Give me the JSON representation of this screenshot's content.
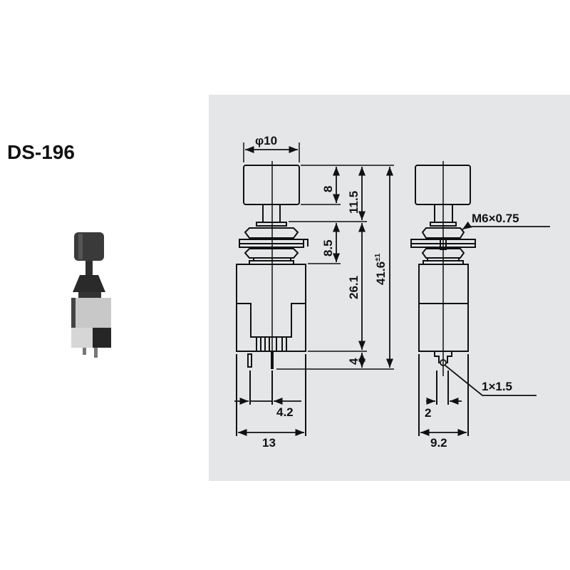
{
  "model": {
    "name": "DS-196"
  },
  "product_photo": {
    "description": "push button switch photo",
    "colors": {
      "cap": "#3a3a3a",
      "body": "#bdbdbd",
      "base": "#2a2a2a"
    }
  },
  "drawing": {
    "background": "#e5e6e8",
    "line_color": "#111111",
    "front_view": {
      "dimensions": {
        "cap_diameter": "φ10",
        "cap_height": "8",
        "cap_to_bushing": "11.5",
        "bushing_height": "8.5",
        "body_height": "26.1",
        "pin_length": "4",
        "total_height": "41.6",
        "total_height_tolerance": "±1",
        "pin_spacing": "4.2",
        "body_width": "13"
      }
    },
    "side_view": {
      "dimensions": {
        "thread": "M6×0.75",
        "terminal_hole": "1×1.5",
        "pin_offset": "2",
        "body_depth": "9.2"
      }
    }
  }
}
